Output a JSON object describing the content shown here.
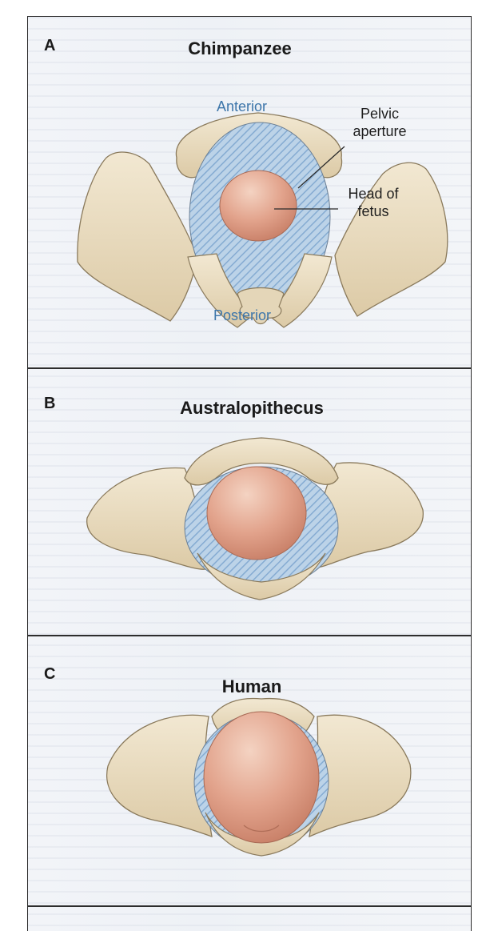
{
  "panels": [
    {
      "letter": "A",
      "title": "Chimpanzee",
      "labels": {
        "anterior": "Anterior",
        "posterior": "Posterior",
        "pelvic_aperture": [
          "Pelvic",
          "aperture"
        ],
        "head_of_fetus": [
          "Head of",
          "fetus"
        ]
      }
    },
    {
      "letter": "B",
      "title": "Australopithecus"
    },
    {
      "letter": "C",
      "title": "Human"
    }
  ],
  "colors": {
    "bone": "#e9dcc0",
    "bone_shadow": "#b9a886",
    "aperture_blue": "#b8d0e6",
    "aperture_hatch": "#7fa6cf",
    "fetal_head": "#e3a790",
    "label_blue": "#3d76aa"
  }
}
